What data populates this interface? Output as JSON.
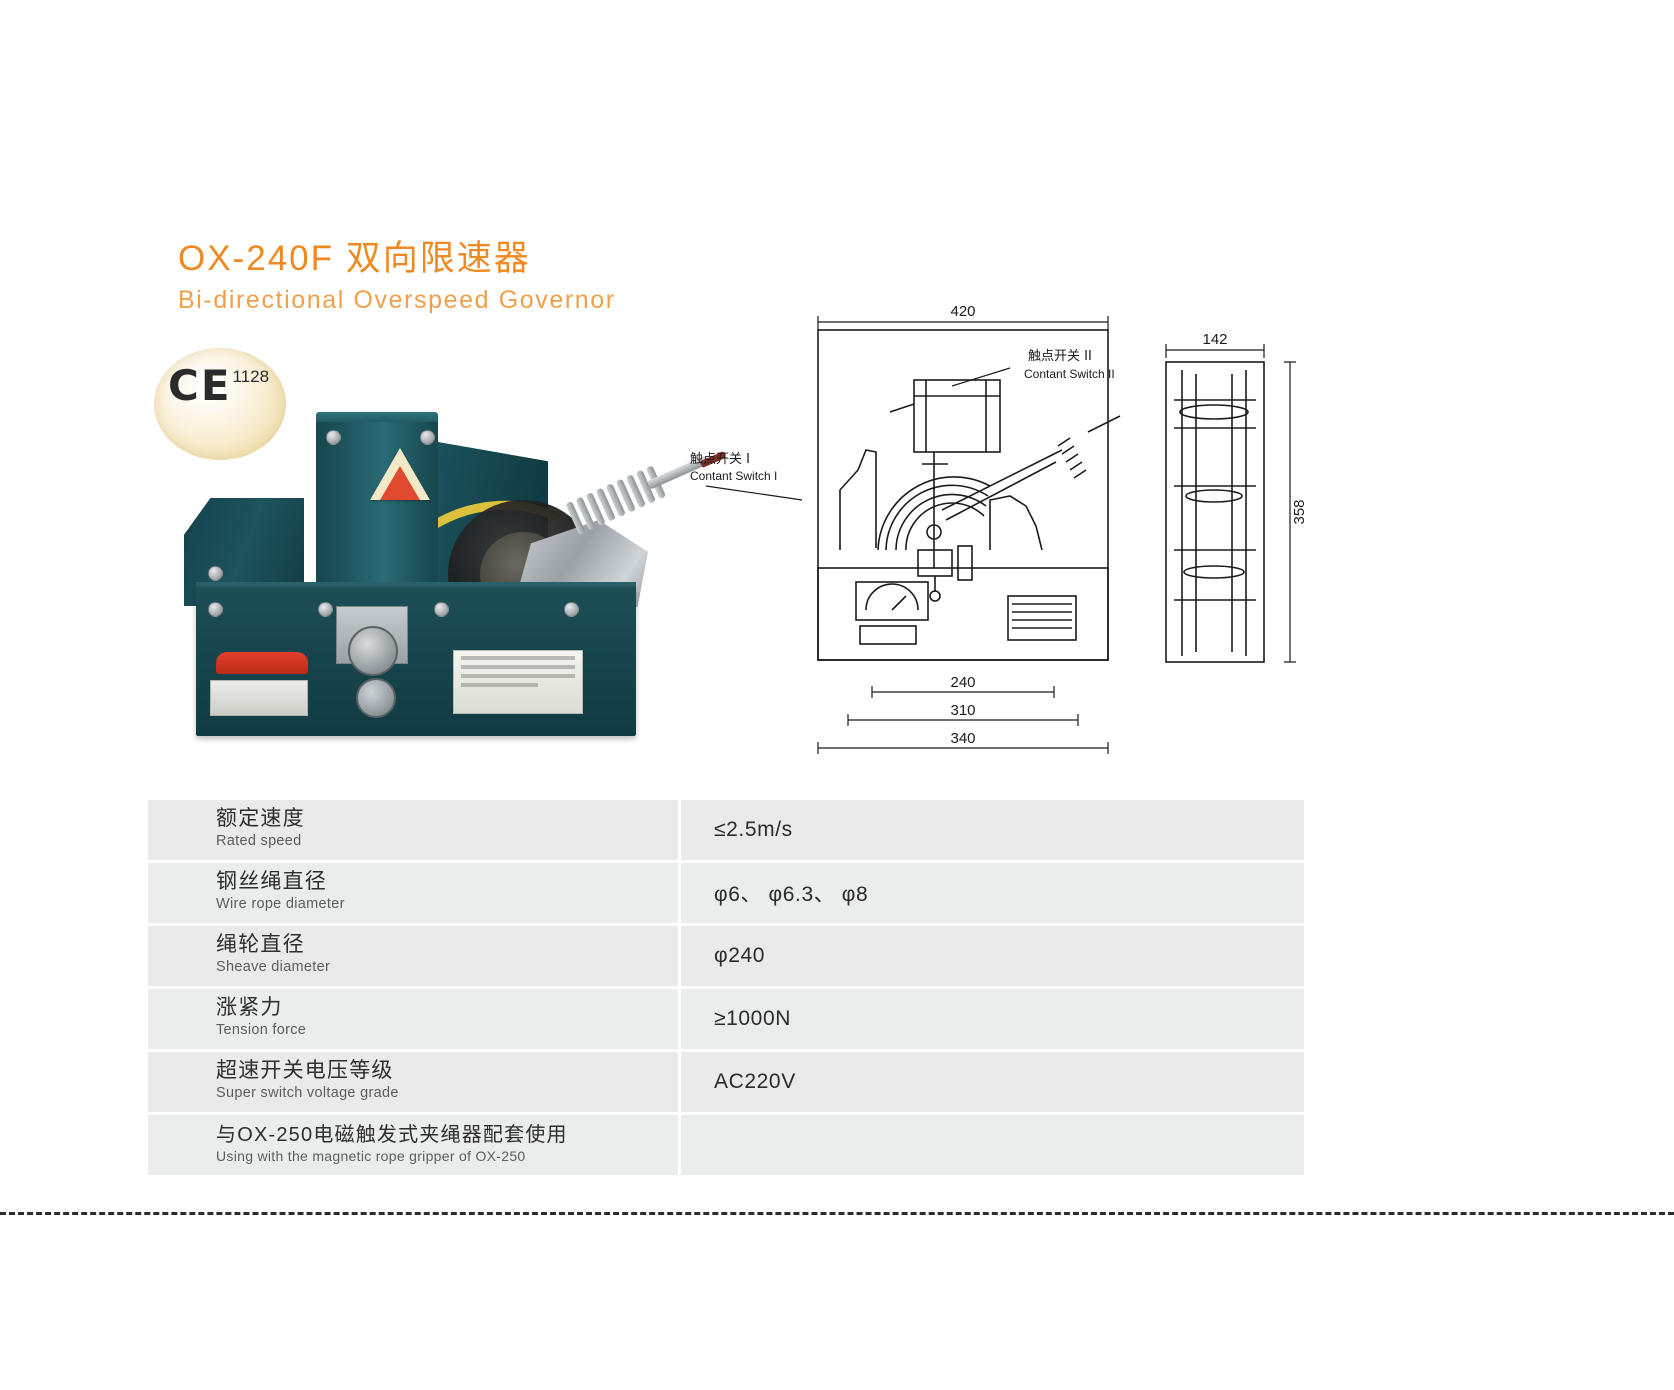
{
  "product": {
    "title_cn": "OX-240F 双向限速器",
    "title_en": "Bi-directional Overspeed Governor",
    "accent_color": "#ef8a22",
    "body_color": "#17454d"
  },
  "certification": {
    "mark": "CE",
    "number": "1128"
  },
  "drawing": {
    "labels": [
      {
        "cn": "触点开关 I",
        "en": "Contant Switch I"
      },
      {
        "cn": "触点开关 II",
        "en": "Contant Switch II"
      }
    ],
    "dimensions": {
      "front_width": "420",
      "base_inner": "240",
      "base_mid": "310",
      "base_outer": "340",
      "side_width": "142",
      "side_height": "358"
    }
  },
  "spec_table": {
    "rows": [
      {
        "name_cn": "额定速度",
        "name_en": "Rated speed",
        "value": "≤2.5m/s"
      },
      {
        "name_cn": "钢丝绳直径",
        "name_en": "Wire rope diameter",
        "value": "φ6、 φ6.3、 φ8"
      },
      {
        "name_cn": "绳轮直径",
        "name_en": "Sheave diameter",
        "value": "φ240"
      },
      {
        "name_cn": "涨紧力",
        "name_en": "Tension force",
        "value": "≥1000N"
      },
      {
        "name_cn": "超速开关电压等级",
        "name_en": "Super switch voltage grade",
        "value": "AC220V"
      },
      {
        "name_cn": "与OX-250电磁触发式夹绳器配套使用",
        "name_en": "Using with the magnetic  rope gripper of OX-250",
        "value": ""
      }
    ]
  }
}
